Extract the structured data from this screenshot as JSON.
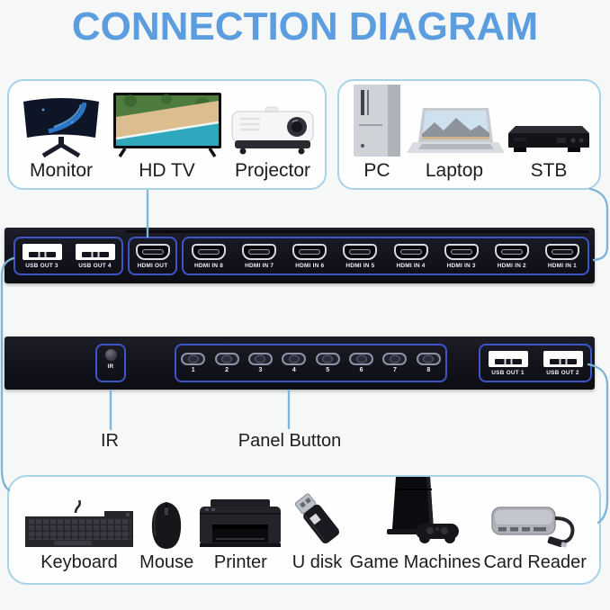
{
  "title": "CONNECTION DIAGRAM",
  "display_group": {
    "items": [
      {
        "label": "Monitor",
        "icon": "monitor-icon"
      },
      {
        "label": "HD TV",
        "icon": "hdtv-icon"
      },
      {
        "label": "Projector",
        "icon": "projector-icon"
      }
    ]
  },
  "source_group": {
    "items": [
      {
        "label": "PC",
        "icon": "pc-tower-icon"
      },
      {
        "label": "Laptop",
        "icon": "laptop-icon"
      },
      {
        "label": "STB",
        "icon": "stb-icon"
      }
    ]
  },
  "peripheral_group": {
    "items": [
      {
        "label": "Keyboard",
        "icon": "keyboard-icon"
      },
      {
        "label": "Mouse",
        "icon": "mouse-icon"
      },
      {
        "label": "Printer",
        "icon": "printer-icon"
      },
      {
        "label": "U disk",
        "icon": "usb-flash-drive-icon"
      },
      {
        "label": "Game Machines",
        "icon": "game-console-icon"
      },
      {
        "label": "Card Reader",
        "icon": "card-reader-icon"
      }
    ]
  },
  "front_panel": {
    "usb_out_ports": [
      {
        "label": "USB OUT 3"
      },
      {
        "label": "USB OUT 4"
      }
    ],
    "hdmi_out": {
      "label": "HDMI OUT"
    },
    "hdmi_in_ports": [
      {
        "label": "HDMI IN 8"
      },
      {
        "label": "HDMI IN 7"
      },
      {
        "label": "HDMI IN 6"
      },
      {
        "label": "HDMI IN 5"
      },
      {
        "label": "HDMI IN 4"
      },
      {
        "label": "HDMI IN 3"
      },
      {
        "label": "HDMI IN 2"
      },
      {
        "label": "HDMI IN 1"
      }
    ]
  },
  "rear_panel": {
    "ir_port_label": "IR",
    "buttons": [
      {
        "label": "1"
      },
      {
        "label": "2"
      },
      {
        "label": "3"
      },
      {
        "label": "4"
      },
      {
        "label": "5"
      },
      {
        "label": "6"
      },
      {
        "label": "7"
      },
      {
        "label": "8"
      }
    ],
    "usb_out_ports": [
      {
        "label": "USB OUT 1"
      },
      {
        "label": "USB OUT 2"
      }
    ]
  },
  "callouts": {
    "ir": "IR",
    "panel_button": "Panel Button"
  },
  "colors": {
    "title_blue": "#5b9dde",
    "box_border": "#a8d2e5",
    "connector": "#7fb5d6",
    "port_outline": "#3d55c6",
    "panel_dark": "#14141d",
    "label_dark": "#1d1d1d"
  }
}
